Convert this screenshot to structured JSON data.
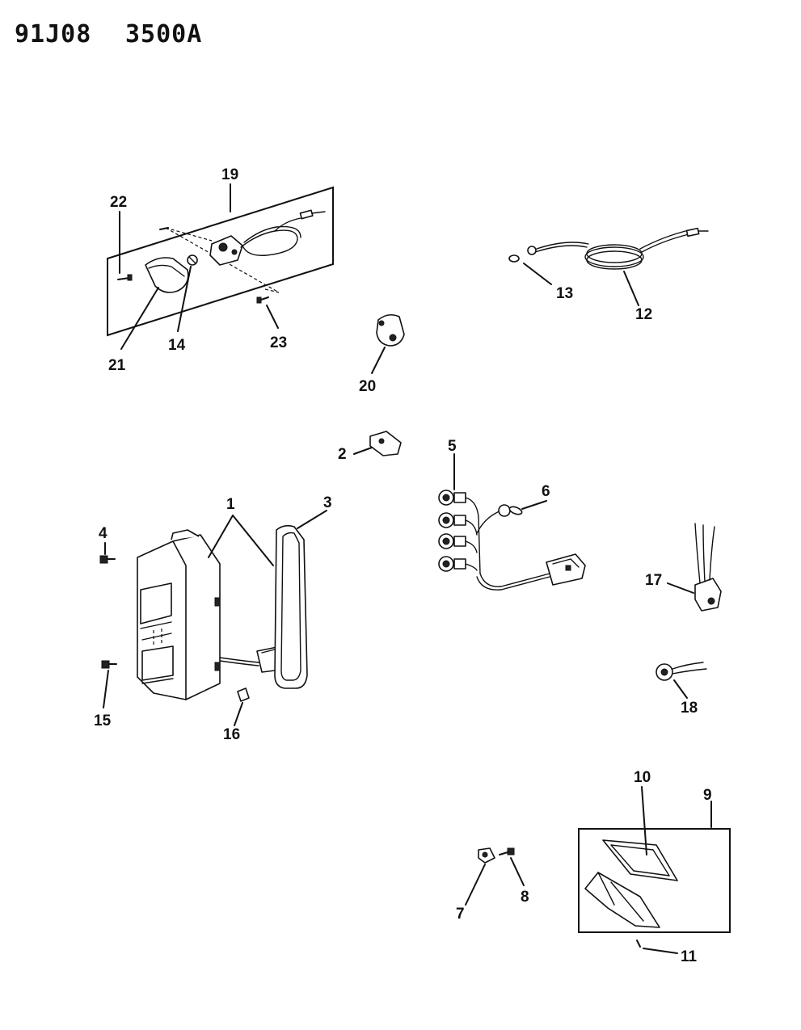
{
  "header": {
    "code_left": "91J08",
    "code_right": "3500A"
  },
  "callouts": {
    "c1": "1",
    "c2": "2",
    "c3": "3",
    "c4": "4",
    "c5": "5",
    "c6": "6",
    "c7": "7",
    "c8": "8",
    "c9": "9",
    "c10": "10",
    "c11": "11",
    "c12": "12",
    "c13": "13",
    "c14": "14",
    "c15": "15",
    "c16": "16",
    "c17": "17",
    "c18": "18",
    "c19": "19",
    "c20": "20",
    "c21": "21",
    "c22": "22",
    "c23": "23"
  }
}
